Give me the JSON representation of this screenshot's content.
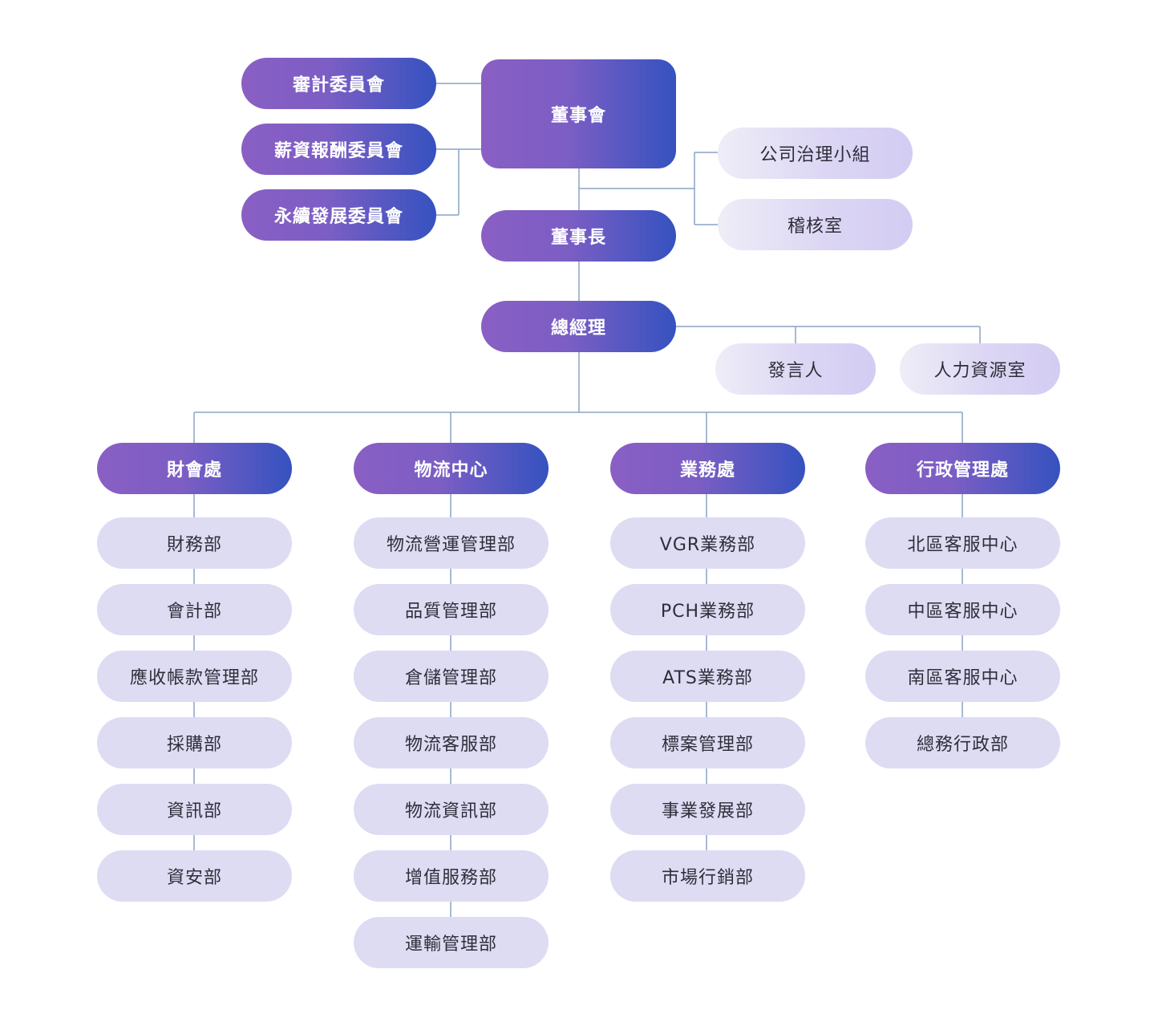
{
  "org_chart": {
    "board": "董事會",
    "committees": [
      "審計委員會",
      "薪資報酬委員會",
      "永續發展委員會"
    ],
    "board_units": [
      "公司治理小組",
      "稽核室"
    ],
    "chairman": "董事長",
    "president": "總經理",
    "president_units": [
      "發言人",
      "人力資源室"
    ],
    "divisions": [
      {
        "name": "財會處",
        "departments": [
          "財務部",
          "會計部",
          "應收帳款管理部",
          "採購部",
          "資訊部",
          "資安部"
        ]
      },
      {
        "name": "物流中心",
        "departments": [
          "物流營運管理部",
          "品質管理部",
          "倉儲管理部",
          "物流客服部",
          "物流資訊部",
          "增值服務部",
          "運輸管理部"
        ]
      },
      {
        "name": "業務處",
        "departments": [
          "VGR業務部",
          "PCH業務部",
          "ATS業務部",
          "標案管理部",
          "事業發展部",
          "市場行銷部"
        ]
      },
      {
        "name": "行政管理處",
        "departments": [
          "北區客服中心",
          "中區客服中心",
          "南區客服中心",
          "總務行政部"
        ]
      }
    ]
  },
  "colors": {
    "connector": "#8aa3c4",
    "dark_start": "#8a5fc4",
    "dark_end": "#3552c0",
    "light_fill": "#dedcf3"
  }
}
